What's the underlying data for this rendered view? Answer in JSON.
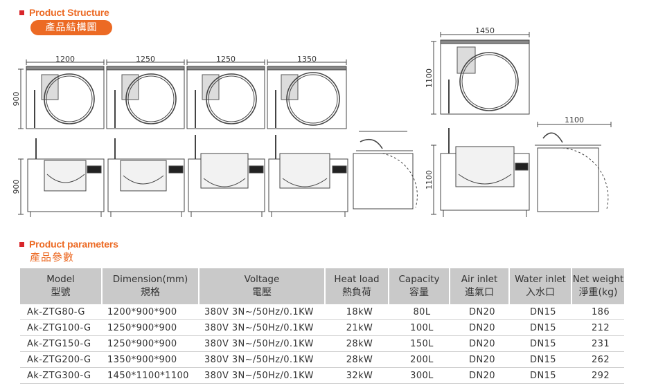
{
  "structure": {
    "title_en": "Product Structure",
    "title_cn": "產品結構圖"
  },
  "drawings": {
    "top_view_widths": [
      "1200",
      "1250",
      "1250",
      "1350",
      "1450"
    ],
    "height_labels": [
      "900",
      "900",
      "1100",
      "1100"
    ],
    "side_depth_label": "1100"
  },
  "parameters": {
    "title_en": "Product parameters",
    "title_cn": "產品參數",
    "headers": [
      {
        "en": "Model",
        "zh": "型號"
      },
      {
        "en": "Dimension(mm)",
        "zh": "規格"
      },
      {
        "en": "Voltage",
        "zh": "電壓"
      },
      {
        "en": "Heat load",
        "zh": "熱負荷"
      },
      {
        "en": "Capacity",
        "zh": "容量"
      },
      {
        "en": "Air inlet",
        "zh": "進氣口"
      },
      {
        "en": "Water inlet",
        "zh": "入水口"
      },
      {
        "en": "Net weight",
        "zh": "淨重(kg)"
      }
    ],
    "rows": [
      [
        "Ak-ZTG80-G",
        "1200*900*900",
        "380V 3N~/50Hz/0.1KW",
        "18kW",
        "80L",
        "DN20",
        "DN15",
        "186"
      ],
      [
        "Ak-ZTG100-G",
        "1250*900*900",
        "380V 3N~/50Hz/0.1KW",
        "21kW",
        "100L",
        "DN20",
        "DN15",
        "212"
      ],
      [
        "Ak-ZTG150-G",
        "1250*900*900",
        "380V 3N~/50Hz/0.1KW",
        "28kW",
        "150L",
        "DN20",
        "DN15",
        "231"
      ],
      [
        "Ak-ZTG200-G",
        "1350*900*900",
        "380V 3N~/50Hz/0.1KW",
        "28kW",
        "200L",
        "DN20",
        "DN15",
        "262"
      ],
      [
        "Ak-ZTG300-G",
        "1450*1100*1100",
        "380V 3N~/50Hz/0.1KW",
        "32kW",
        "300L",
        "DN20",
        "DN15",
        "292"
      ]
    ]
  }
}
